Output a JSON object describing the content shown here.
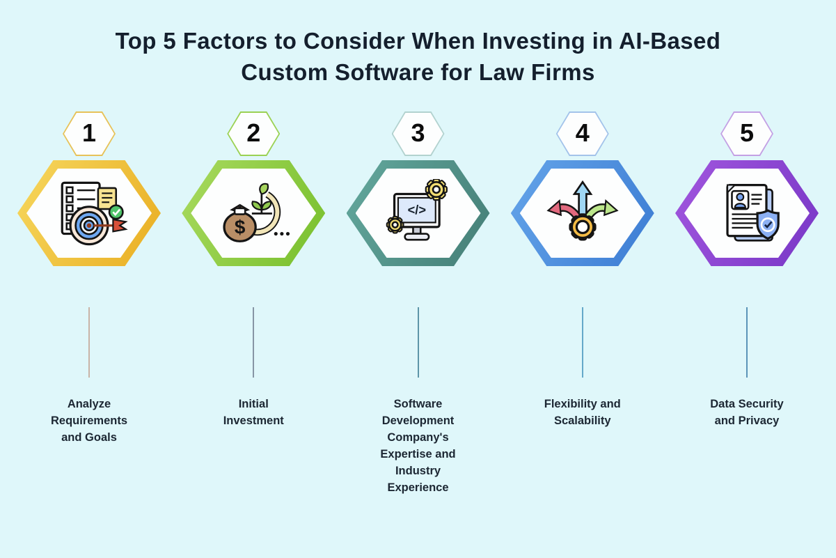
{
  "background": "#dff7fa",
  "title": {
    "text": "Top 5 Factors to Consider When Investing in AI-Based\nCustom Software for Law Firms",
    "color": "#141f2d"
  },
  "factors": [
    {
      "number": "1",
      "label": "Analyze\nRequirements\nand Goals",
      "icon": "checklist-target-icon",
      "hex_gradient": [
        "#f6d75e",
        "#e9ae22"
      ],
      "badge_border": "#e7c258",
      "line_color": "#c9b4a7"
    },
    {
      "number": "2",
      "label": "Initial\nInvestment",
      "icon": "money-growth-icon",
      "hex_gradient": [
        "#a9da5f",
        "#77bf2c"
      ],
      "badge_border": "#9bd153",
      "line_color": "#8795a5"
    },
    {
      "number": "3",
      "label": "Software\nDevelopment\nCompany's\nExpertise and\nIndustry\nExperience",
      "icon": "software-development-icon",
      "hex_gradient": [
        "#63a89d",
        "#447e76"
      ],
      "badge_border": "#b2d2cf",
      "line_color": "#5d95a8"
    },
    {
      "number": "4",
      "label": "Flexibility and\nScalability",
      "icon": "flexibility-arrows-gear-icon",
      "hex_gradient": [
        "#64a4e9",
        "#3c7cd3"
      ],
      "badge_border": "#a3c3ea",
      "line_color": "#64a8c9"
    },
    {
      "number": "5",
      "label": "Data Security\nand Privacy",
      "icon": "document-shield-icon",
      "hex_gradient": [
        "#a156de",
        "#7837c6"
      ],
      "badge_border": "#c3a0e4",
      "line_color": "#5b94b8"
    }
  ]
}
